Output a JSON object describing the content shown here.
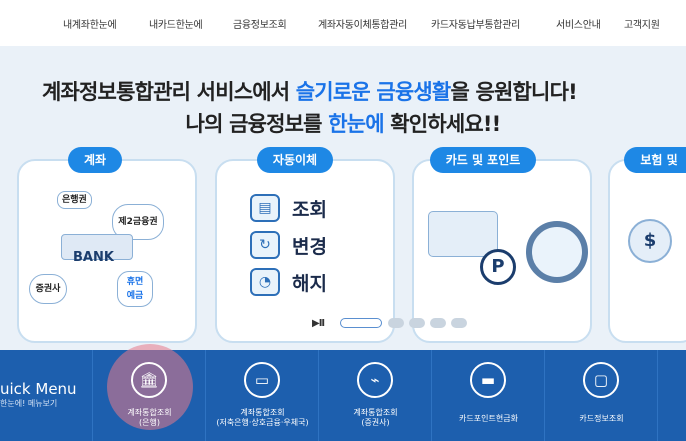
{
  "topnav": {
    "items": [
      "내계좌한눈에",
      "내카드한눈에",
      "금융정보조회",
      "계좌자동이체통합관리",
      "카드자동납부통합관리",
      "서비스안내",
      "고객지원"
    ]
  },
  "hero": {
    "line1_pre": "계좌정보통합관리 서비스에서 ",
    "line1_accent": "슬기로운 금융생활",
    "line1_post": "을 응원합니다!",
    "line2_pre": "나의 금융정보를 ",
    "line2_accent": "한눈에",
    "line2_post": " 확인하세요!!",
    "accent_color": "#1a73e8"
  },
  "cards": [
    {
      "badge": "계좌",
      "tags": [
        "은행권",
        "제2금융권",
        "BANK",
        "증권사",
        "휴면\n예금"
      ]
    },
    {
      "badge": "자동이체",
      "actions": [
        "조회",
        "변경",
        "해지"
      ]
    },
    {
      "badge": "카드 및 포인트",
      "symbol": "P"
    },
    {
      "badge": "보험 및"
    }
  ],
  "carousel": {
    "controls": "▶II"
  },
  "quick_menu": {
    "title": "uick Menu",
    "subtitle": "한눈에! 메뉴보기",
    "items": [
      {
        "line1": "계좌통합조회",
        "line2": "(은행)",
        "icon": "bank-icon"
      },
      {
        "line1": "계좌통합조회",
        "line2": "(저축은행·상호금융·우체국)",
        "icon": "laptop-icon"
      },
      {
        "line1": "계좌통합조회",
        "line2": "(증권사)",
        "icon": "chart-icon"
      },
      {
        "line1": "카드포인트현금화",
        "line2": "",
        "icon": "card-icon"
      },
      {
        "line1": "카드정보조회",
        "line2": "",
        "icon": "card-search-icon"
      }
    ]
  }
}
